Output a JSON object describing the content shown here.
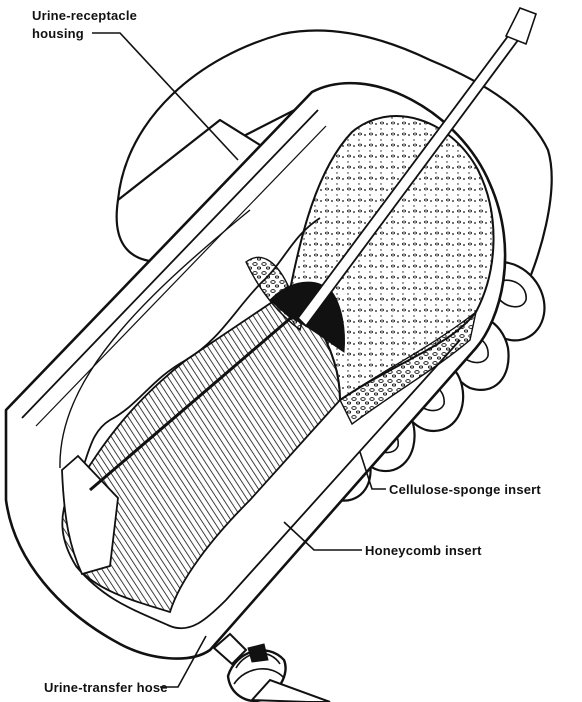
{
  "labels": {
    "housing_line1": "Urine-receptacle",
    "housing_line2": "housing",
    "sponge": "Cellulose-sponge insert",
    "honeycomb": "Honeycomb insert",
    "hose": "Urine-transfer hose"
  },
  "colors": {
    "ink": "#111111",
    "paper": "#ffffff"
  }
}
